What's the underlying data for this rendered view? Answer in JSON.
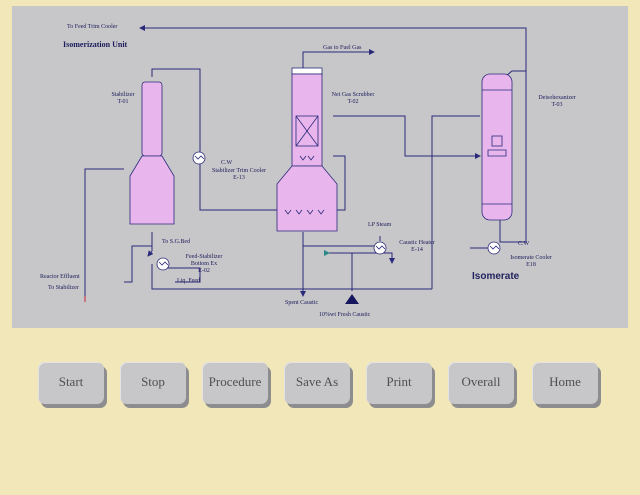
{
  "diagram": {
    "unit_title": "Isomerization Unit",
    "product_title": "Isomerate",
    "labels": {
      "to_feed_trim_cooler": "To Feed Trim Cooler",
      "gas_to_fuel_gas": "Gas to Fuel Gas",
      "stabilizer_name": "Stabilizer",
      "stabilizer_tag": "T-01",
      "net_gas_scrubber_name": "Net Gas Scrubber",
      "net_gas_scrubber_tag": "T-02",
      "deisohexanizer_name": "Deisohexanizer",
      "deisohexanizer_tag": "T-03",
      "cw_1": "C.W",
      "trim_cooler_name": "Stabilizer Trim Cooler",
      "trim_cooler_tag": "E-13",
      "to_sg_bed": "To S.G.Bed",
      "feed_stab_name_1": "Feed-Stabilizer",
      "feed_stab_name_2": "Bottom Ex",
      "feed_stab_tag": "E-02",
      "liq_feed": "Liq. Feed",
      "reactor_effluent": "Reactor Effluent",
      "to_stabilizer": "To Stabilizer",
      "lp_steam": "LP Steam",
      "caustic_heater_name": "Caustic Heater",
      "caustic_heater_tag": "E-14",
      "cw_2": "C.W",
      "isomerate_cooler_name": "Isomerate Cooler",
      "isomerate_cooler_tag": "E18",
      "spent_caustic": "Spent Caustic",
      "fresh_caustic": "10%wt Fresh Caustic"
    }
  },
  "buttons": [
    {
      "label": "Start"
    },
    {
      "label": "Stop"
    },
    {
      "label": "Procedure"
    },
    {
      "label": "Save As"
    },
    {
      "label": "Print"
    },
    {
      "label": "Overall"
    },
    {
      "label": "Home"
    }
  ],
  "colors": {
    "background": "#f1e7b8",
    "panel": "#c7c6c9",
    "vessel": "#e8b6ec",
    "line": "#2a2a7a",
    "button": "#c7c6c9"
  }
}
